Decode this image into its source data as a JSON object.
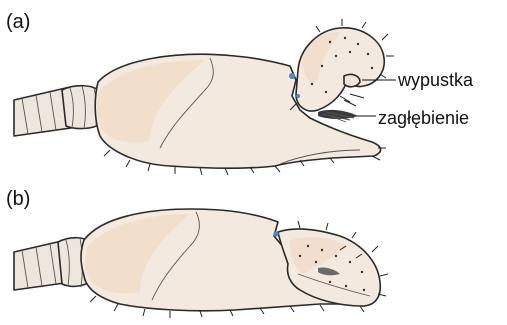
{
  "panels": [
    {
      "label": "(a)"
    },
    {
      "label": "(b)"
    }
  ],
  "callouts": {
    "protrusion": "wypustka",
    "depression": "zagłębienie"
  },
  "colors": {
    "body_fill": "#f3e9de",
    "tint_fill": "#f0d9c4",
    "segment_fill": "#ede6dc",
    "hair": "#222222",
    "blue_mark": "#4a86c8",
    "dark_pit": "#3a3a3a"
  }
}
